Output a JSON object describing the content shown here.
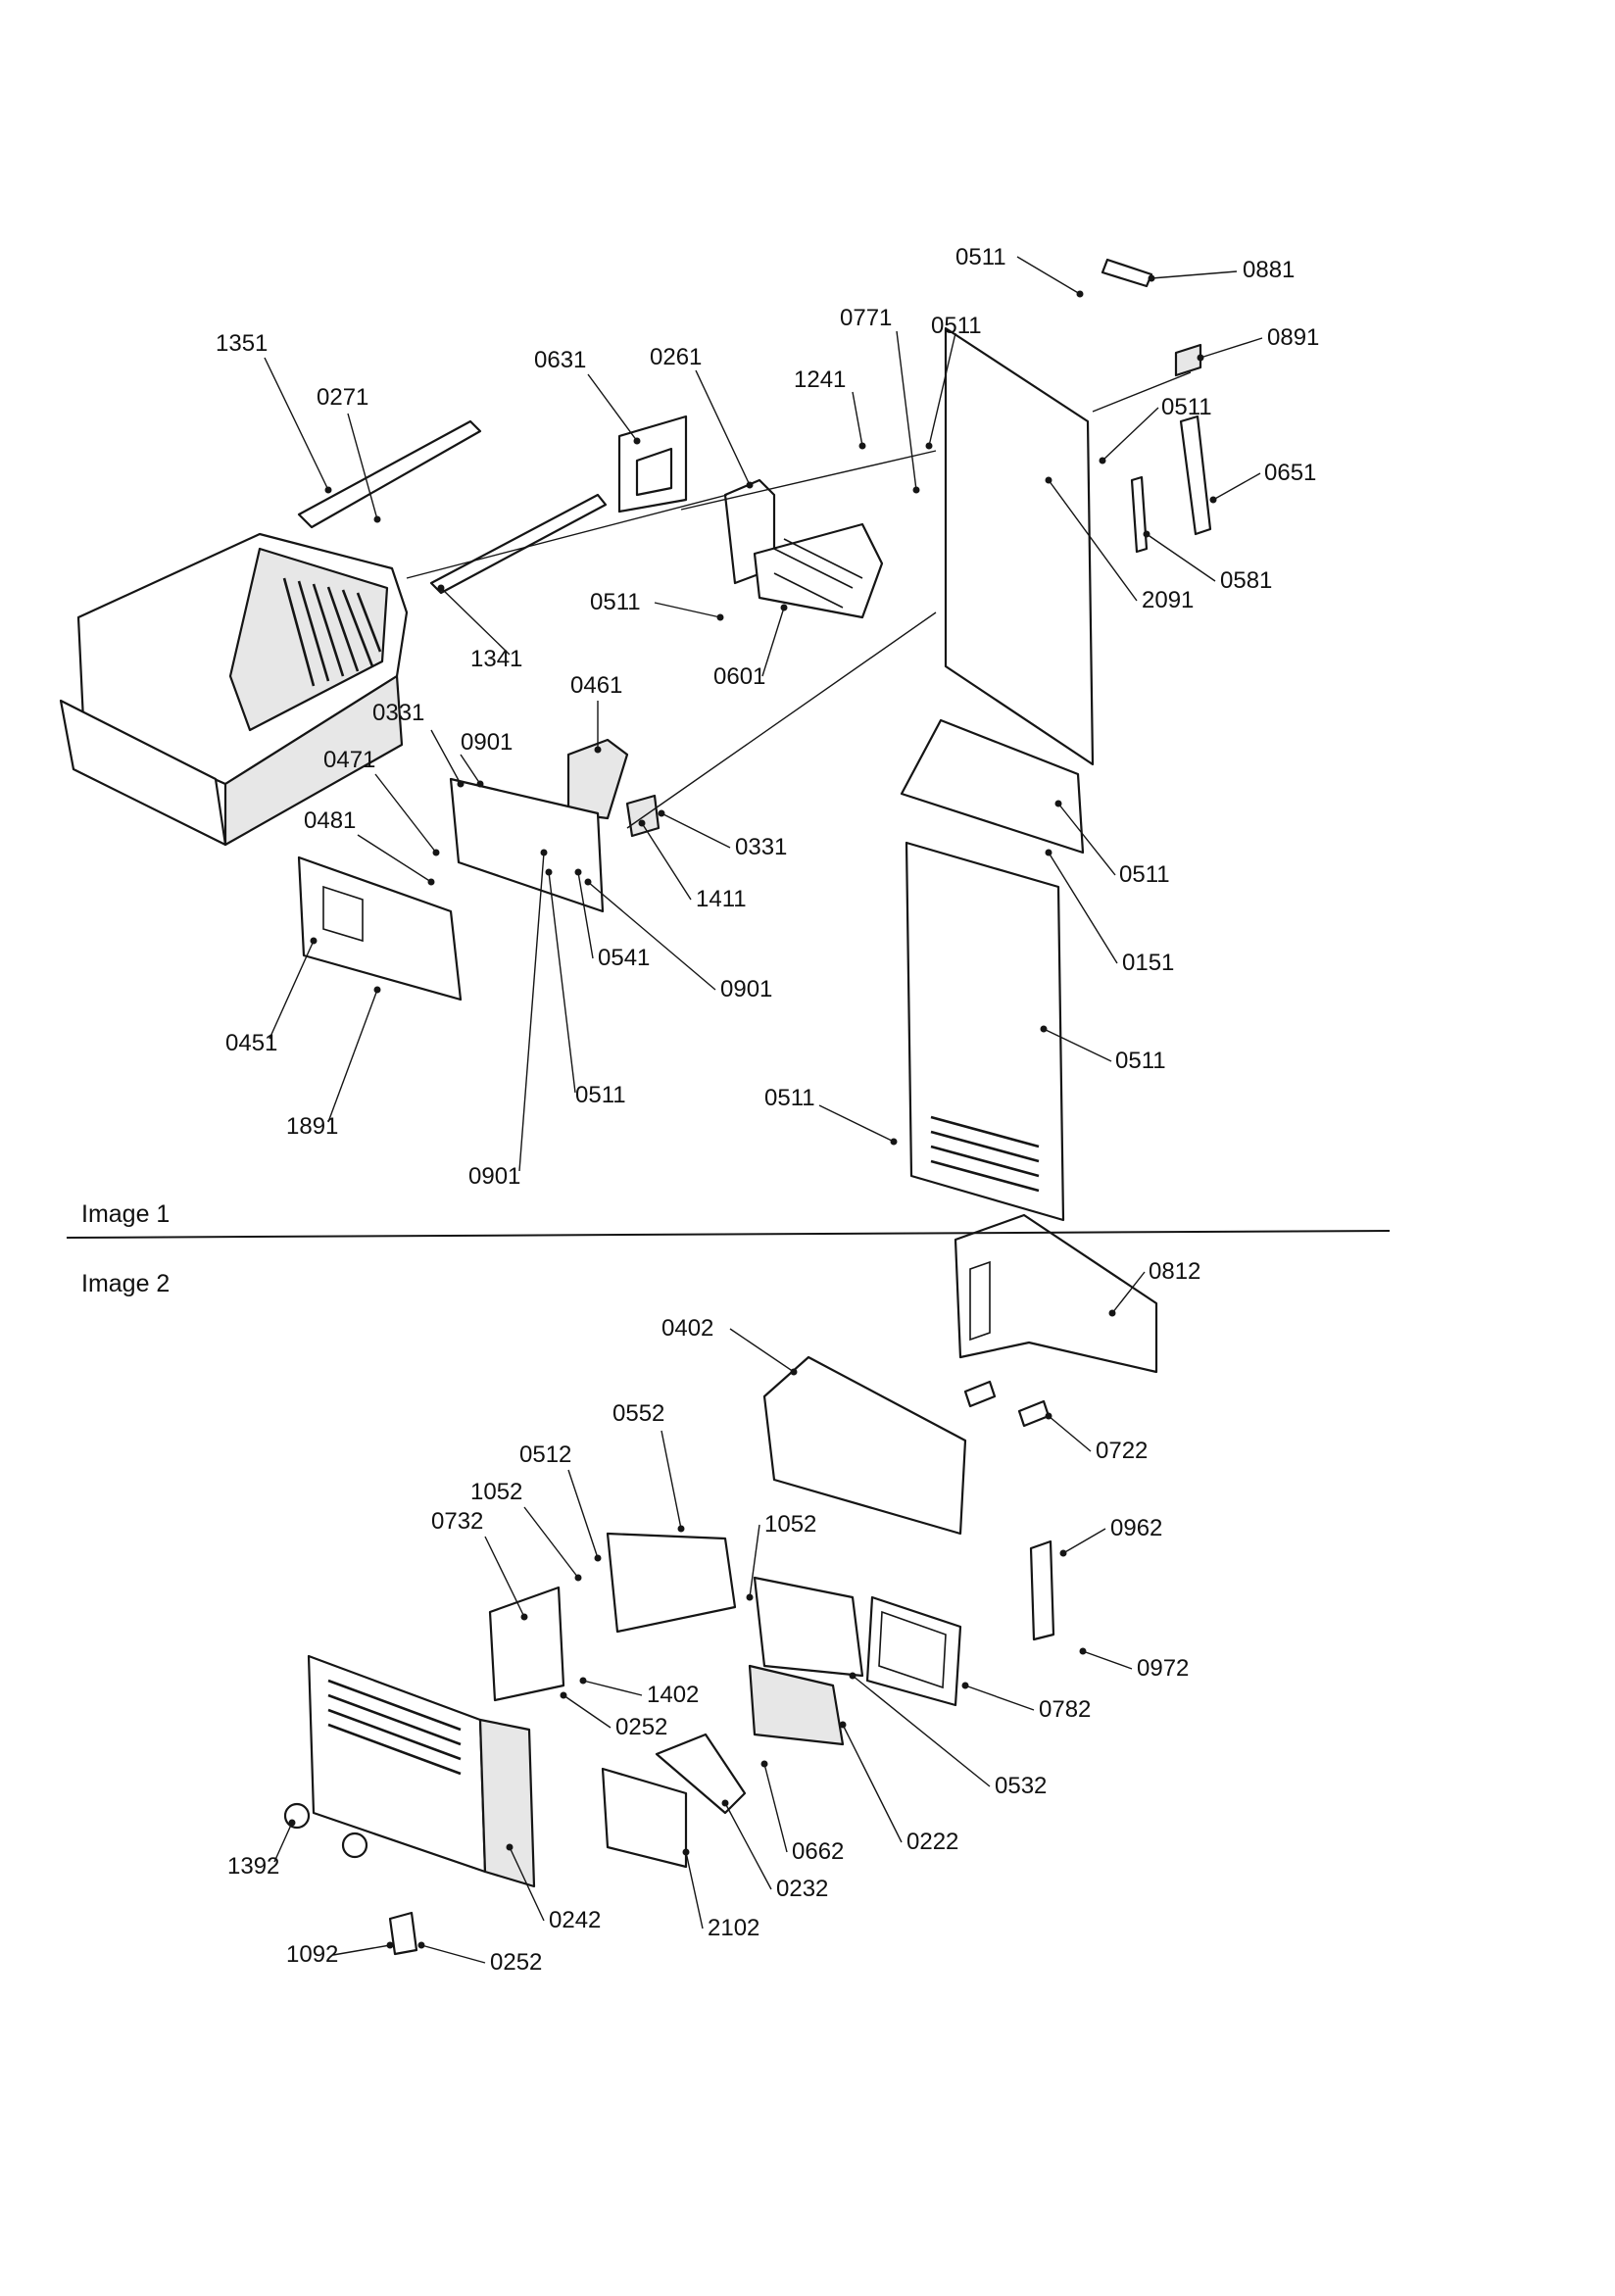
{
  "sections": [
    {
      "title": "Image 1"
    },
    {
      "title": "Image 2"
    }
  ],
  "image1_labels": [
    "0511",
    "0881",
    "0771",
    "0511",
    "0891",
    "1351",
    "0631",
    "0261",
    "1241",
    "0511",
    "0271",
    "0651",
    "0581",
    "2091",
    "0511",
    "1341",
    "0601",
    "0461",
    "0331",
    "0901",
    "0471",
    "0481",
    "0331",
    "1411",
    "0511",
    "0151",
    "0541",
    "0901",
    "0451",
    "0511",
    "1891",
    "0511",
    "0511",
    "0901"
  ],
  "image2_labels": [
    "0812",
    "0402",
    "0722",
    "0552",
    "0512",
    "1052",
    "0732",
    "1052",
    "0962",
    "0972",
    "1402",
    "0782",
    "0252",
    "0532",
    "0222",
    "0662",
    "1392",
    "0232",
    "0242",
    "2102",
    "1092",
    "0252"
  ]
}
